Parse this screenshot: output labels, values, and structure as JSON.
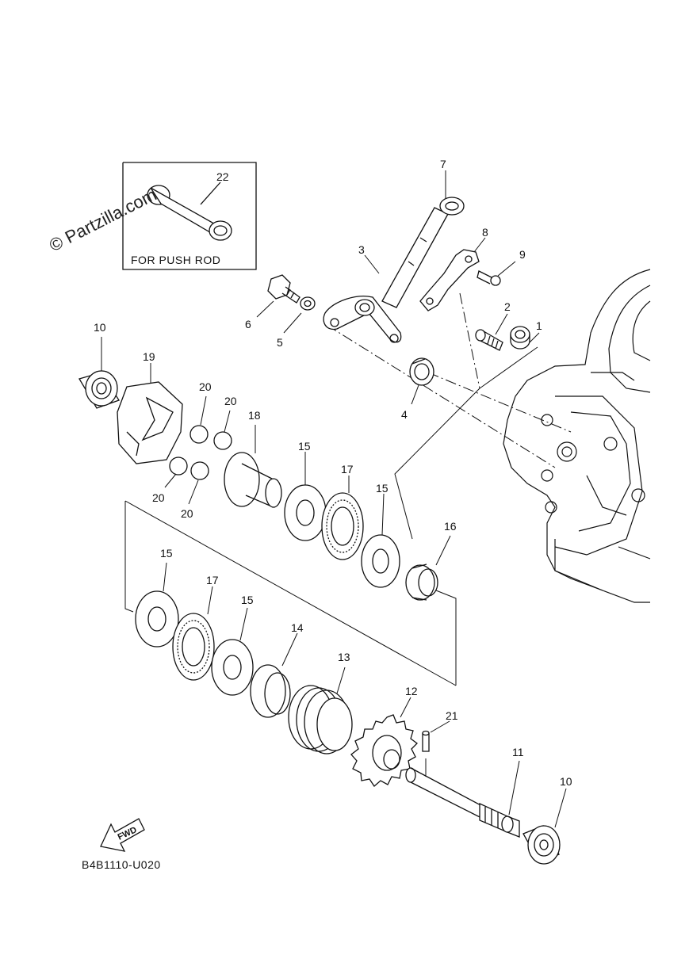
{
  "watermark": "© Partzilla.com",
  "inset": {
    "part_number": "22",
    "caption": "FOR PUSH ROD"
  },
  "diagram_code": "B4B1110-U020",
  "fwd_label": "FWD",
  "callouts": {
    "c1": "1",
    "c2": "2",
    "c3": "3",
    "c4": "4",
    "c5": "5",
    "c6": "6",
    "c7": "7",
    "c8": "8",
    "c9": "9",
    "c10a": "10",
    "c10b": "10",
    "c11": "11",
    "c12": "12",
    "c13": "13",
    "c14": "14",
    "c15a": "15",
    "c15b": "15",
    "c15c": "15",
    "c15d": "15",
    "c16": "16",
    "c17a": "17",
    "c17b": "17",
    "c18": "18",
    "c19": "19",
    "c20a": "20",
    "c20b": "20",
    "c20c": "20",
    "c20d": "20",
    "c21": "21"
  }
}
